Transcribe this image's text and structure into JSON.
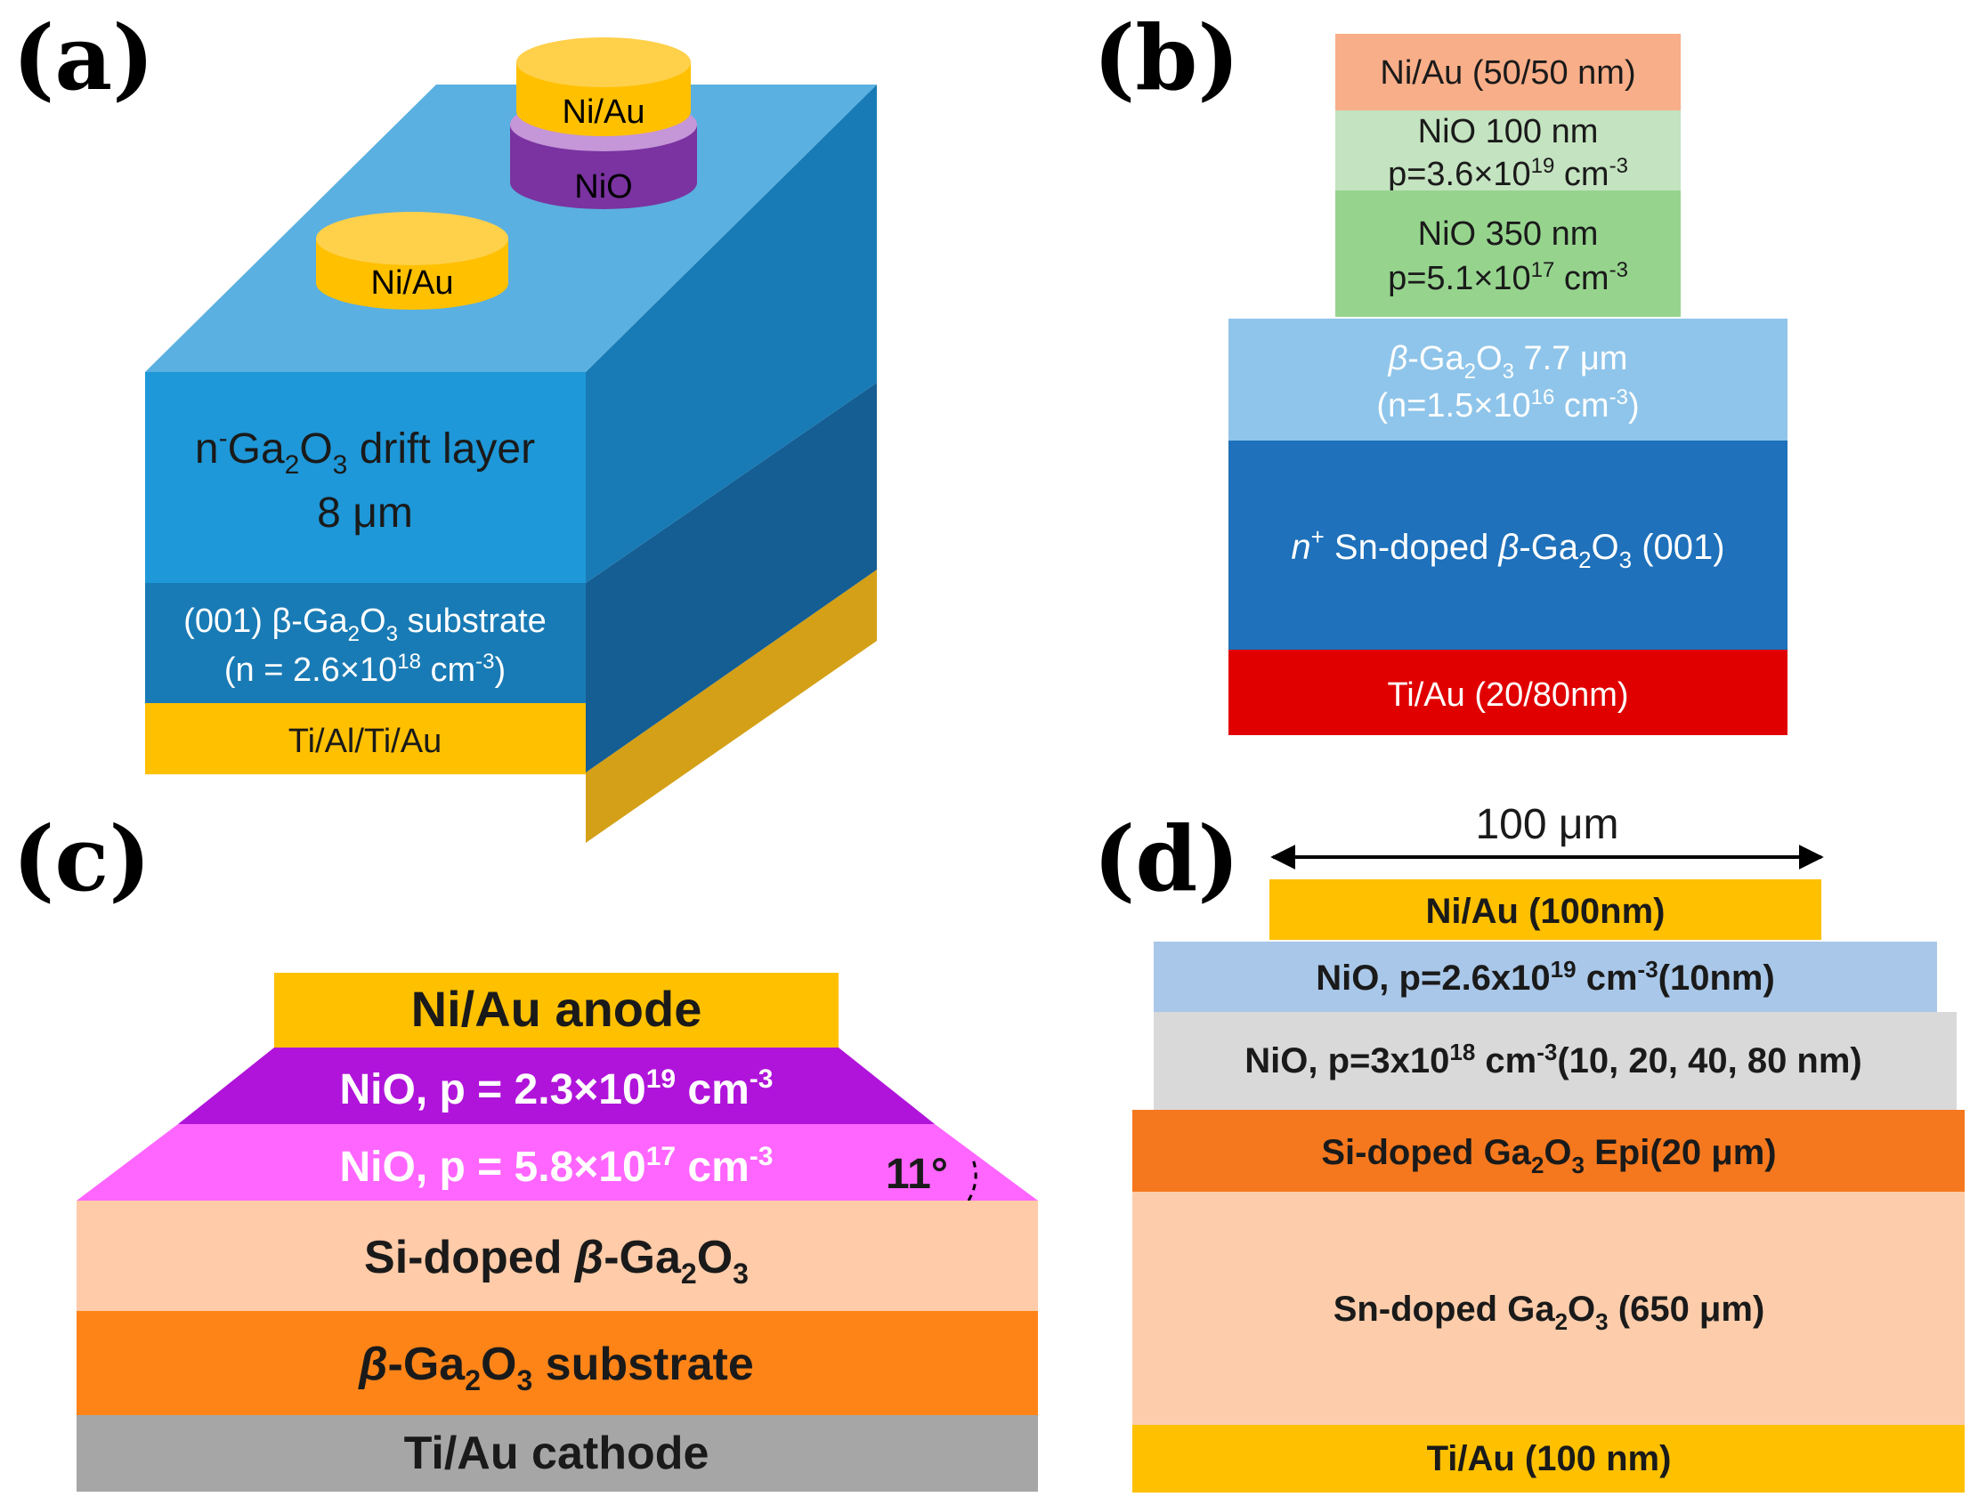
{
  "colors": {
    "gold": "#FFC000",
    "gold_dark": "#D4A017",
    "blue_top": "#5AB0E0",
    "blue_mid": "#1E98D8",
    "blue_side": "#197BB5",
    "blue_dark": "#145E93",
    "purple_nio": "#7A33A0",
    "b_niau": "#F8AE88",
    "b_nio_light": "#C4E3C0",
    "b_nio_dark": "#96D48E",
    "b_ga_light": "#8FC5EA",
    "b_ga_dark": "#1E71BA",
    "b_tiau": "#E00000",
    "c_niau": "#FFC000",
    "c_nio_top": "#B014DA",
    "c_nio_bot": "#FF66FF",
    "c_si": "#FFCBA8",
    "c_sub": "#FF8418",
    "c_tiau": "#A6A6A6",
    "d_niau": "#FFC000",
    "d_nio_top": "#A9C7E8",
    "d_nio_bot": "#D9D9D9",
    "d_si": "#F5781E",
    "d_sn": "#FDCDAB",
    "d_tiau": "#FFC000"
  },
  "panels": {
    "a": {
      "label": "(a)",
      "top_contact_left": "Ni/Au",
      "top_contact_right": "Ni/Au",
      "nio_disk": "NiO",
      "drift_line1_prefix": "n",
      "drift_line1_sup": "-",
      "drift_line1_mid": "-Ga",
      "drift_line1_sub1": "2",
      "drift_line1_o": "O",
      "drift_line1_sub2": "3",
      "drift_line1_suffix": " drift layer",
      "drift_line2": "8 μm",
      "substrate_line1_pre": "(001) β-Ga",
      "substrate_line1_sub1": "2",
      "substrate_line1_o": "O",
      "substrate_line1_sub2": "3",
      "substrate_line1_post": " substrate",
      "substrate_line2_pre": "(n = 2.6×10",
      "substrate_line2_sup": "18",
      "substrate_line2_mid": " cm",
      "substrate_line2_sup2": "-3",
      "substrate_line2_post": ")",
      "bottom_contact": "Ti/Al/Ti/Au"
    },
    "b": {
      "label": "(b)",
      "niau": "Ni/Au (50/50 nm)",
      "nio1_line1": "NiO 100 nm",
      "nio1_line2_pre": "p=3.6×10",
      "nio1_line2_sup": "19",
      "nio1_line2_post": " cm",
      "nio1_line2_sup2": "-3",
      "nio2_line1": "NiO 350 nm",
      "nio2_line2_pre": "p=5.1×10",
      "nio2_line2_sup": "17",
      "nio2_line2_post": " cm",
      "nio2_line2_sup2": "-3",
      "ga_line1_pre": "β",
      "ga_line1_mid": "-Ga",
      "ga_line1_sub1": "2",
      "ga_line1_o": "O",
      "ga_line1_sub2": "3",
      "ga_line1_post": "  7.7 μm",
      "ga_line2_pre": "(n=1.5×10",
      "ga_line2_sup": "16",
      "ga_line2_post": " cm",
      "ga_line2_sup2": "-3",
      "ga_line2_end": ")",
      "sub_n": "n",
      "sub_sup": "+",
      "sub_mid": " Sn-doped ",
      "sub_beta": "β",
      "sub_ga": "-Ga",
      "sub_sub1": "2",
      "sub_o": "O",
      "sub_sub2": "3",
      "sub_post": " (001)",
      "tiau": "Ti/Au (20/80nm)"
    },
    "c": {
      "label": "(c)",
      "anode": "Ni/Au anode",
      "nio1_pre": "NiO, p = 2.3×10",
      "nio1_sup": "19",
      "nio1_post": " cm",
      "nio1_sup2": "-3",
      "nio2_pre": "NiO, p = 5.8×10",
      "nio2_sup": "17",
      "nio2_post": " cm",
      "nio2_sup2": "-3",
      "angle": "11°",
      "si_pre": "Si-doped ",
      "si_beta": "β",
      "si_ga": "-Ga",
      "si_sub1": "2",
      "si_o": "O",
      "si_sub2": "3",
      "sub_beta": "β",
      "sub_ga": "-Ga",
      "sub_sub1": "2",
      "sub_o": "O",
      "sub_sub2": "3",
      "sub_post": " substrate",
      "cathode": "Ti/Au cathode"
    },
    "d": {
      "label": "(d)",
      "width": "100 μm",
      "niau": "Ni/Au (100nm)",
      "nio1_pre": "NiO, p=2.6x10",
      "nio1_sup": "19",
      "nio1_post": " cm",
      "nio1_sup2": "-3",
      "nio1_end": "(10nm)",
      "nio2_pre": "NiO, p=3x10",
      "nio2_sup": "18",
      "nio2_post": " cm",
      "nio2_sup2": "-3",
      "nio2_end": "(10, 20, 40, 80 nm)",
      "epi_pre": "Si-doped Ga",
      "epi_sub1": "2",
      "epi_o": "O",
      "epi_sub2": "3",
      "epi_post": " Epi(20 μm)",
      "sn_pre": "Sn-doped Ga",
      "sn_sub1": "2",
      "sn_o": "O",
      "sn_sub2": "3",
      "sn_post": " (650 μm)",
      "tiau": "Ti/Au (100 nm)"
    }
  }
}
